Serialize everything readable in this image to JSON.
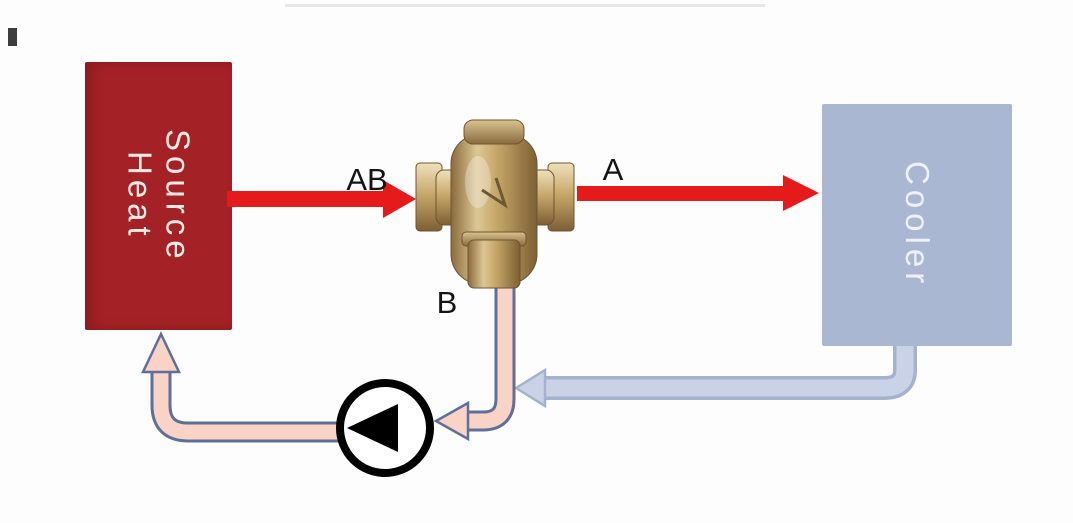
{
  "diagram": {
    "heat_source": {
      "label": "Heat Source",
      "fill": "#a42125",
      "text_color": "#f3e9e4"
    },
    "cooler": {
      "label": "Cooler",
      "fill": "#a9b7d3",
      "text_color": "#eef1f7"
    },
    "valve": {
      "label_ab": "AB",
      "label_a": "A",
      "label_b": "B"
    },
    "colors": {
      "supply_arrow": "#e51a1a",
      "warm_return_fill": "#f8d3c6",
      "warm_return_outline": "#5f6f9a",
      "cool_return_fill": "#c9d2e6",
      "cool_return_outline": "#a4b1cf",
      "label_text": "#141414",
      "pump_outline": "#000000",
      "pump_fill": "#ffffff"
    }
  }
}
